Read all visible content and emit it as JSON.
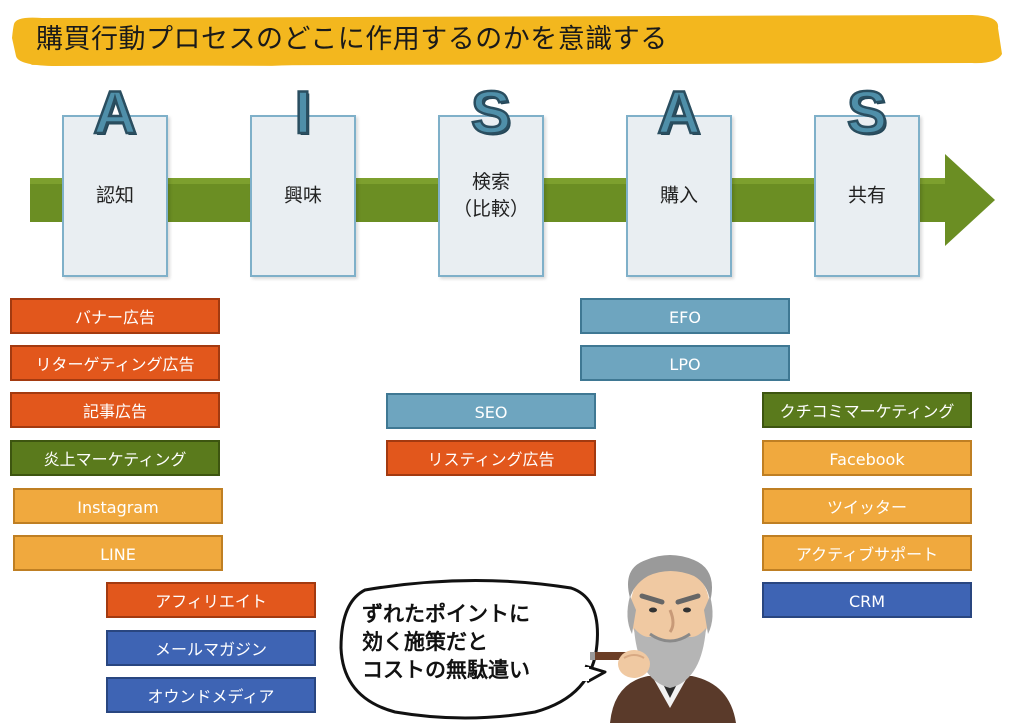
{
  "title": "購買行動プロセスのどこに作用するのかを意識する",
  "colors": {
    "banner": "#f3b71e",
    "arrow": "#6b8e23",
    "letter": "#4f8fa9",
    "orange": "#e2571c",
    "green": "#5a7a1c",
    "yellow": "#f0a93e",
    "blue": "#3e64b4",
    "steel": "#6ea5bf"
  },
  "stages": [
    {
      "letter": "A",
      "label": "認知"
    },
    {
      "letter": "I",
      "label": "興味"
    },
    {
      "letter": "S",
      "label": "検索\n（比較）"
    },
    {
      "letter": "A",
      "label": "購入"
    },
    {
      "letter": "S",
      "label": "共有"
    }
  ],
  "tactics": {
    "banner_ad": "バナー広告",
    "retargeting_ad": "リターゲティング広告",
    "article_ad": "記事広告",
    "flame_marketing": "炎上マーケティング",
    "instagram": "Instagram",
    "line": "LINE",
    "affiliate": "アフィリエイト",
    "email_magazine": "メールマガジン",
    "owned_media": "オウンドメディア",
    "seo": "SEO",
    "listing_ad": "リスティング広告",
    "efo": "EFO",
    "lpo": "LPO",
    "word_of_mouth": "クチコミマーケティング",
    "facebook": "Facebook",
    "twitter": "ツイッター",
    "active_support": "アクティブサポート",
    "crm": "CRM"
  },
  "speech_bubble": "ずれたポイントに\n効く施策だと\nコストの無駄遣い",
  "icons": [
    "old-man-with-cigar-icon",
    "speech-bubble-icon",
    "timeline-arrow-icon"
  ]
}
